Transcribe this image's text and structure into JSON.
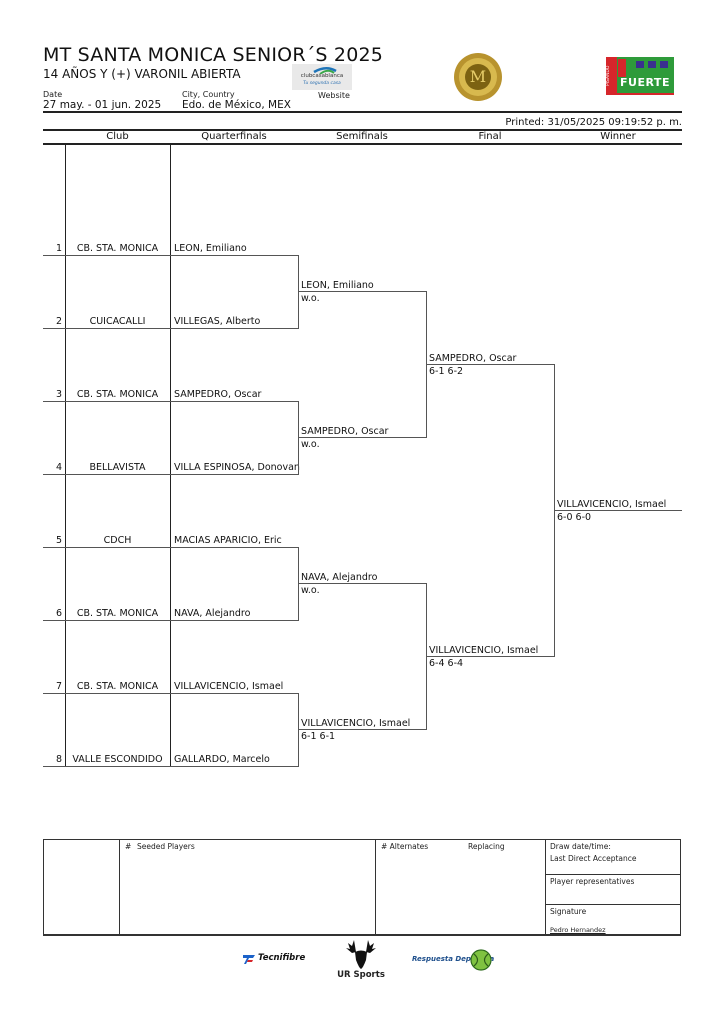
{
  "header": {
    "title": "MT SANTA  MONICA SENIOR´S 2025",
    "subtitle": "14 AÑOS Y (+) VARONIL ABIERTA",
    "date_label": "Date",
    "date_value": "27 may. - 01 jun. 2025",
    "city_label": "City, Country",
    "city_value": "Edo. de México, MEX",
    "website_label": "Website",
    "club_logo_text": "clubcasablanca",
    "club_logo_tagline": "Tu segunda casa",
    "masters_logo_mark": "M",
    "sponsor_logo_top": "PISANDO",
    "sponsor_logo_main": "FUERTE",
    "printed": "Printed: 31/05/2025 09:19:52 p. m."
  },
  "columns": [
    "Club",
    "Quarterfinals",
    "Semifinals",
    "Final",
    "Winner"
  ],
  "entries": [
    {
      "seed": "1",
      "club": "CB. STA. MONICA",
      "player": "LEON, Emiliano"
    },
    {
      "seed": "2",
      "club": "CUICACALLI",
      "player": "VILLEGAS, Alberto"
    },
    {
      "seed": "3",
      "club": "CB. STA. MONICA",
      "player": "SAMPEDRO, Oscar"
    },
    {
      "seed": "4",
      "club": "BELLAVISTA",
      "player": "VILLA ESPINOSA, Donovan"
    },
    {
      "seed": "5",
      "club": "CDCH",
      "player": "MACIAS APARICIO, Eric"
    },
    {
      "seed": "6",
      "club": "CB. STA. MONICA",
      "player": "NAVA, Alejandro"
    },
    {
      "seed": "7",
      "club": "CB. STA. MONICA",
      "player": "VILLAVICENCIO, Ismael"
    },
    {
      "seed": "8",
      "club": "VALLE ESCONDIDO",
      "player": "GALLARDO, Marcelo"
    }
  ],
  "semifinals": [
    {
      "player": "LEON, Emiliano",
      "score": "w.o."
    },
    {
      "player": "SAMPEDRO, Oscar",
      "score": "w.o."
    },
    {
      "player": "NAVA, Alejandro",
      "score": "w.o."
    },
    {
      "player": "VILLAVICENCIO, Ismael",
      "score": "6-1 6-1"
    }
  ],
  "final": [
    {
      "player": "SAMPEDRO, Oscar",
      "score": "6-1 6-2"
    },
    {
      "player": "VILLAVICENCIO, Ismael",
      "score": "6-4 6-4"
    }
  ],
  "winner": {
    "player": "VILLAVICENCIO, Ismael",
    "score": "6-0 6-0"
  },
  "footer": {
    "seeded_hash": "#",
    "seeded_label": "Seeded Players",
    "alternates_label": "# Alternates",
    "replacing_label": "Replacing",
    "draw_date_label": "Draw date/time:",
    "last_direct_label": "Last Direct Acceptance",
    "player_reps_label": "Player representatives",
    "signature_label": "Signature",
    "signature_name": "Pedro Hernandez"
  },
  "sponsors": [
    "Tecnifibre",
    "UR Sports",
    "Respuesta Deportiva"
  ],
  "colors": {
    "line": "#555555",
    "sponsor_green": "#2e9b3a",
    "sponsor_red": "#d6262b",
    "sponsor_purple": "#3a2f8f",
    "gold": "#b8932e"
  }
}
